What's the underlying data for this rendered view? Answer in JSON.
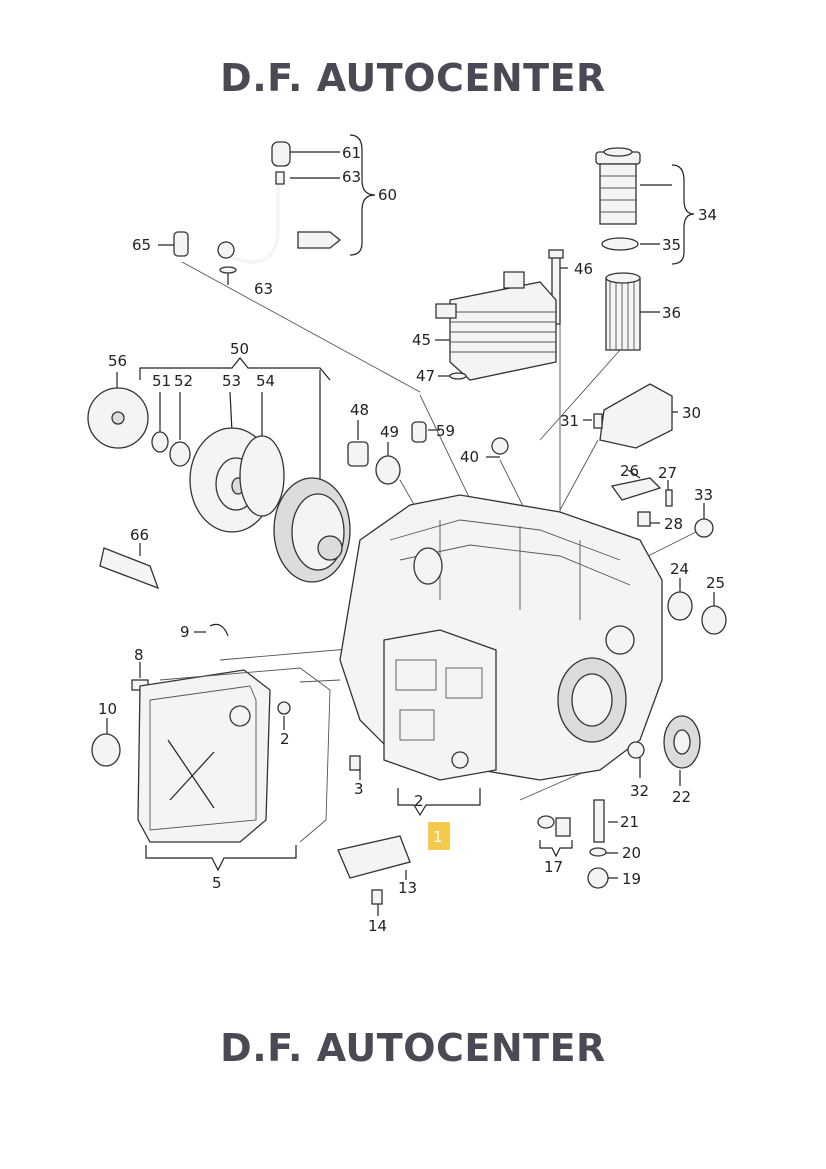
{
  "header": {
    "brand": "D.F. AUTOCENTER"
  },
  "footer": {
    "brand": "D.F. AUTOCENTER"
  },
  "diagram": {
    "highlighted_callout": "1",
    "callouts": [
      "61",
      "63",
      "60",
      "65",
      "63",
      "46",
      "34",
      "35",
      "36",
      "45",
      "47",
      "50",
      "56",
      "51",
      "52",
      "53",
      "54",
      "48",
      "49",
      "59",
      "31",
      "30",
      "40",
      "26",
      "27",
      "33",
      "28",
      "66",
      "24",
      "25",
      "9",
      "8",
      "10",
      "2",
      "3",
      "32",
      "22",
      "2",
      "21",
      "20",
      "19",
      "17",
      "13",
      "14",
      "5"
    ]
  }
}
